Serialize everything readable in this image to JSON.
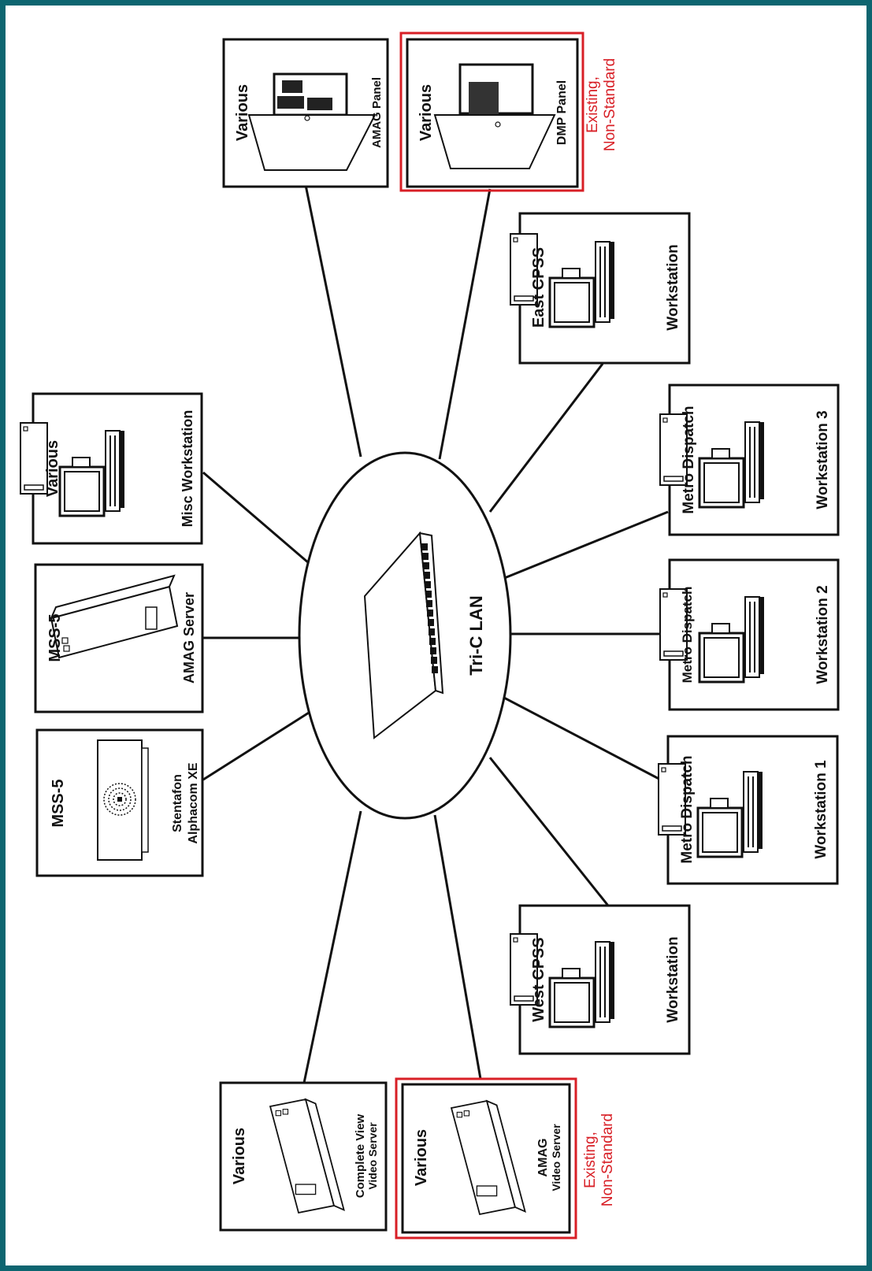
{
  "colors": {
    "border": "#0d6570",
    "highlight": "#d81f26",
    "ink": "#111111"
  },
  "hub": {
    "label": "Tri-C LAN",
    "icon": "network-switch-icon"
  },
  "nodes": {
    "amag_panel": {
      "top": "Various",
      "bottom": "AMAG Panel",
      "icon": "panel-enclosure-icon"
    },
    "dmp_panel": {
      "top": "Various",
      "bottom": "DMP Panel",
      "note": [
        "Existing,",
        "Non-Standard"
      ],
      "icon": "panel-enclosure-icon"
    },
    "east_cpss": {
      "top": "East CPSS",
      "bottom": "Workstation",
      "icon": "workstation-icon"
    },
    "misc_ws": {
      "top": "Various",
      "bottom": "Misc Workstation",
      "icon": "workstation-icon"
    },
    "metro3": {
      "top": "Metro Dispatch",
      "bottom": "Workstation 3",
      "icon": "workstation-icon"
    },
    "amag_server": {
      "top": "MSS-5",
      "bottom": "AMAG Server",
      "icon": "server-icon"
    },
    "metro2": {
      "top": "Metro Dispatch",
      "bottom": "Workstation 2",
      "icon": "workstation-icon"
    },
    "stentofon": {
      "top": "MSS-5",
      "bottom": [
        "Stentafon",
        "Alphacom XE"
      ],
      "icon": "intercom-server-icon"
    },
    "metro1": {
      "top": "Metro Dispatch",
      "bottom": "Workstation 1",
      "icon": "workstation-icon"
    },
    "west_cpss": {
      "top": "West CPSS",
      "bottom": "Workstation",
      "icon": "workstation-icon"
    },
    "complete_view": {
      "top": "Various",
      "bottom": [
        "Complete View",
        "Video Server"
      ],
      "icon": "server-icon"
    },
    "amag_video": {
      "top": "Various",
      "bottom": [
        "AMAG",
        "Video Server"
      ],
      "note": [
        "Existing,",
        "Non-Standard"
      ],
      "icon": "server-icon"
    }
  }
}
